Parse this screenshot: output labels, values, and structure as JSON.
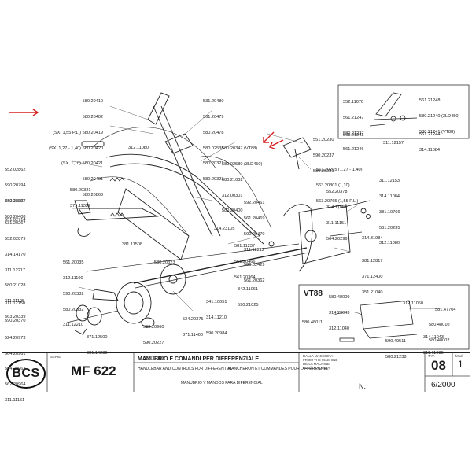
{
  "labels_left_top": [
    "580.20410",
    "580.20402",
    "(SX. 1,55 P.L.) 580.20419",
    "(SX. 1,27 - 1,40) 580.20420",
    "(SX. 1,10) 580.20421",
    "580.20401",
    "580.20863"
  ],
  "labels_top_mid": [
    "531.20480",
    "561.20479",
    "580.20478",
    "580.02538",
    "580.20322",
    "580.20323"
  ],
  "label_312_11080_top": "312.11080",
  "labels_vt88_callout": [
    "580.20347 (VT88)",
    "580.02580 (3LD450)",
    "580.21032",
    "312.00301",
    "580.20400"
  ],
  "labels_mid_right": [
    "551.20230",
    "590.20237",
    "580.20231"
  ],
  "labels_left_col": [
    "552.02862",
    "590.20794",
    "580.20327",
    "580.20408"
  ],
  "labels_left_col2": [
    "580.20321",
    "379.11332"
  ],
  "labels_left_col3": [
    "342.11061",
    "551.02714"
  ],
  "labels_left_col4": [
    "531.20267",
    "552.02879",
    "314.14170",
    "311.12217",
    "580.21028",
    "311.11105",
    "563.20339"
  ],
  "label_381_11508": "381.11508",
  "labels_center": [
    "592.20461",
    "561.20469",
    "590.20470",
    "311.12212",
    "580.02429",
    "561.20362"
  ],
  "label_314_23105": "314.23105",
  "labels_center_low": [
    "581.11237",
    "561.20466",
    "561.20364"
  ],
  "labels_left_low": [
    "561.20035",
    "312.11100",
    "590.20332",
    "580.20332",
    "311.12210"
  ],
  "label_580_20323_low": "580.20323",
  "labels_563_block": [
    "563.20295 (1,27 - 1,40)",
    "563.20301 (1,10)",
    "563.20765 (1,55 P.L.)"
  ],
  "labels_552_block": [
    "552.20378",
    "314.11084",
    "311.11151",
    "564.20296"
  ],
  "labels_right_col": [
    "311.12153",
    "314.11084",
    "381.10766",
    "561.20235",
    "312.11080"
  ],
  "label_314_31084": "314.31084",
  "labels_381_block": [
    "381.12817",
    "371.12400",
    "351.21040"
  ],
  "labels_342_block": [
    "342.11061",
    "590.21025"
  ],
  "labels_341_block": [
    "341.10051",
    "314.11210",
    "590.20984"
  ],
  "labels_bottom_left": [
    "311.12150",
    "590.20370",
    "524.20973",
    "564.20961",
    "564.20962",
    "562.20964",
    "311.11151"
  ],
  "labels_371_block": [
    "371.12500",
    "381.14286"
  ],
  "labels_524_block": [
    "524.20375",
    "371.11400"
  ],
  "labels_590_bottom": [
    "590.20960",
    "590.20227",
    "312.11080"
  ],
  "inset_top": {
    "labels_left": [
      "352.11070",
      "561.21247",
      "580.21237",
      "561.21246"
    ],
    "label_561_21243": "561.21243",
    "labels_right": [
      "561.21248",
      "580.21240 (3LD450)",
      "580.21241 (VT88)"
    ],
    "labels_right_low": [
      "561.21244",
      "314.11084"
    ],
    "label_311_12157": "311.12157"
  },
  "inset_vt88": {
    "title": "VT88",
    "labels_a": [
      "580.48009",
      "314.23043",
      "312.11040"
    ],
    "label_580_48011": "580.48011",
    "labels_b": [
      "312.11060"
    ],
    "label_581_47704": "581.47704",
    "labels_c": [
      "580.48010",
      "580.48002"
    ],
    "labels_d": [
      "590.49511",
      "580.21238"
    ],
    "labels_e": [
      "314.11043",
      "311.11086"
    ]
  },
  "title_block": {
    "logo": "BCS",
    "serie_label": "SERIE",
    "model": "MF 622",
    "title_it": "MANUBRIO E COMANDI PER DIFFERENZIALE",
    "title_en": "HANDLEBAR AND CONTROLS FOR DIFFERENTIAL",
    "title_fr": "MANCHERON ET COMMANDES POUR DIFFÉRENTIEL",
    "title_es": "MANUBRIO Y MANDOS PARA DIFERENCIAL",
    "from_machine_it": "DALLA MACCHINA",
    "from_machine_en": "FROM THE MACHINE",
    "from_machine_fr": "DE LA MACHINE",
    "from_machine_es": "DE LA MAQUINA",
    "table_label": "TAV.",
    "table_number": "08",
    "mod_label": "Mod.",
    "mod_number": "1",
    "n_mark": "N.",
    "date": "6/2000"
  },
  "colors": {
    "ink": "#1a1a1a",
    "callout": "#d62020",
    "paper": "#ffffff"
  }
}
